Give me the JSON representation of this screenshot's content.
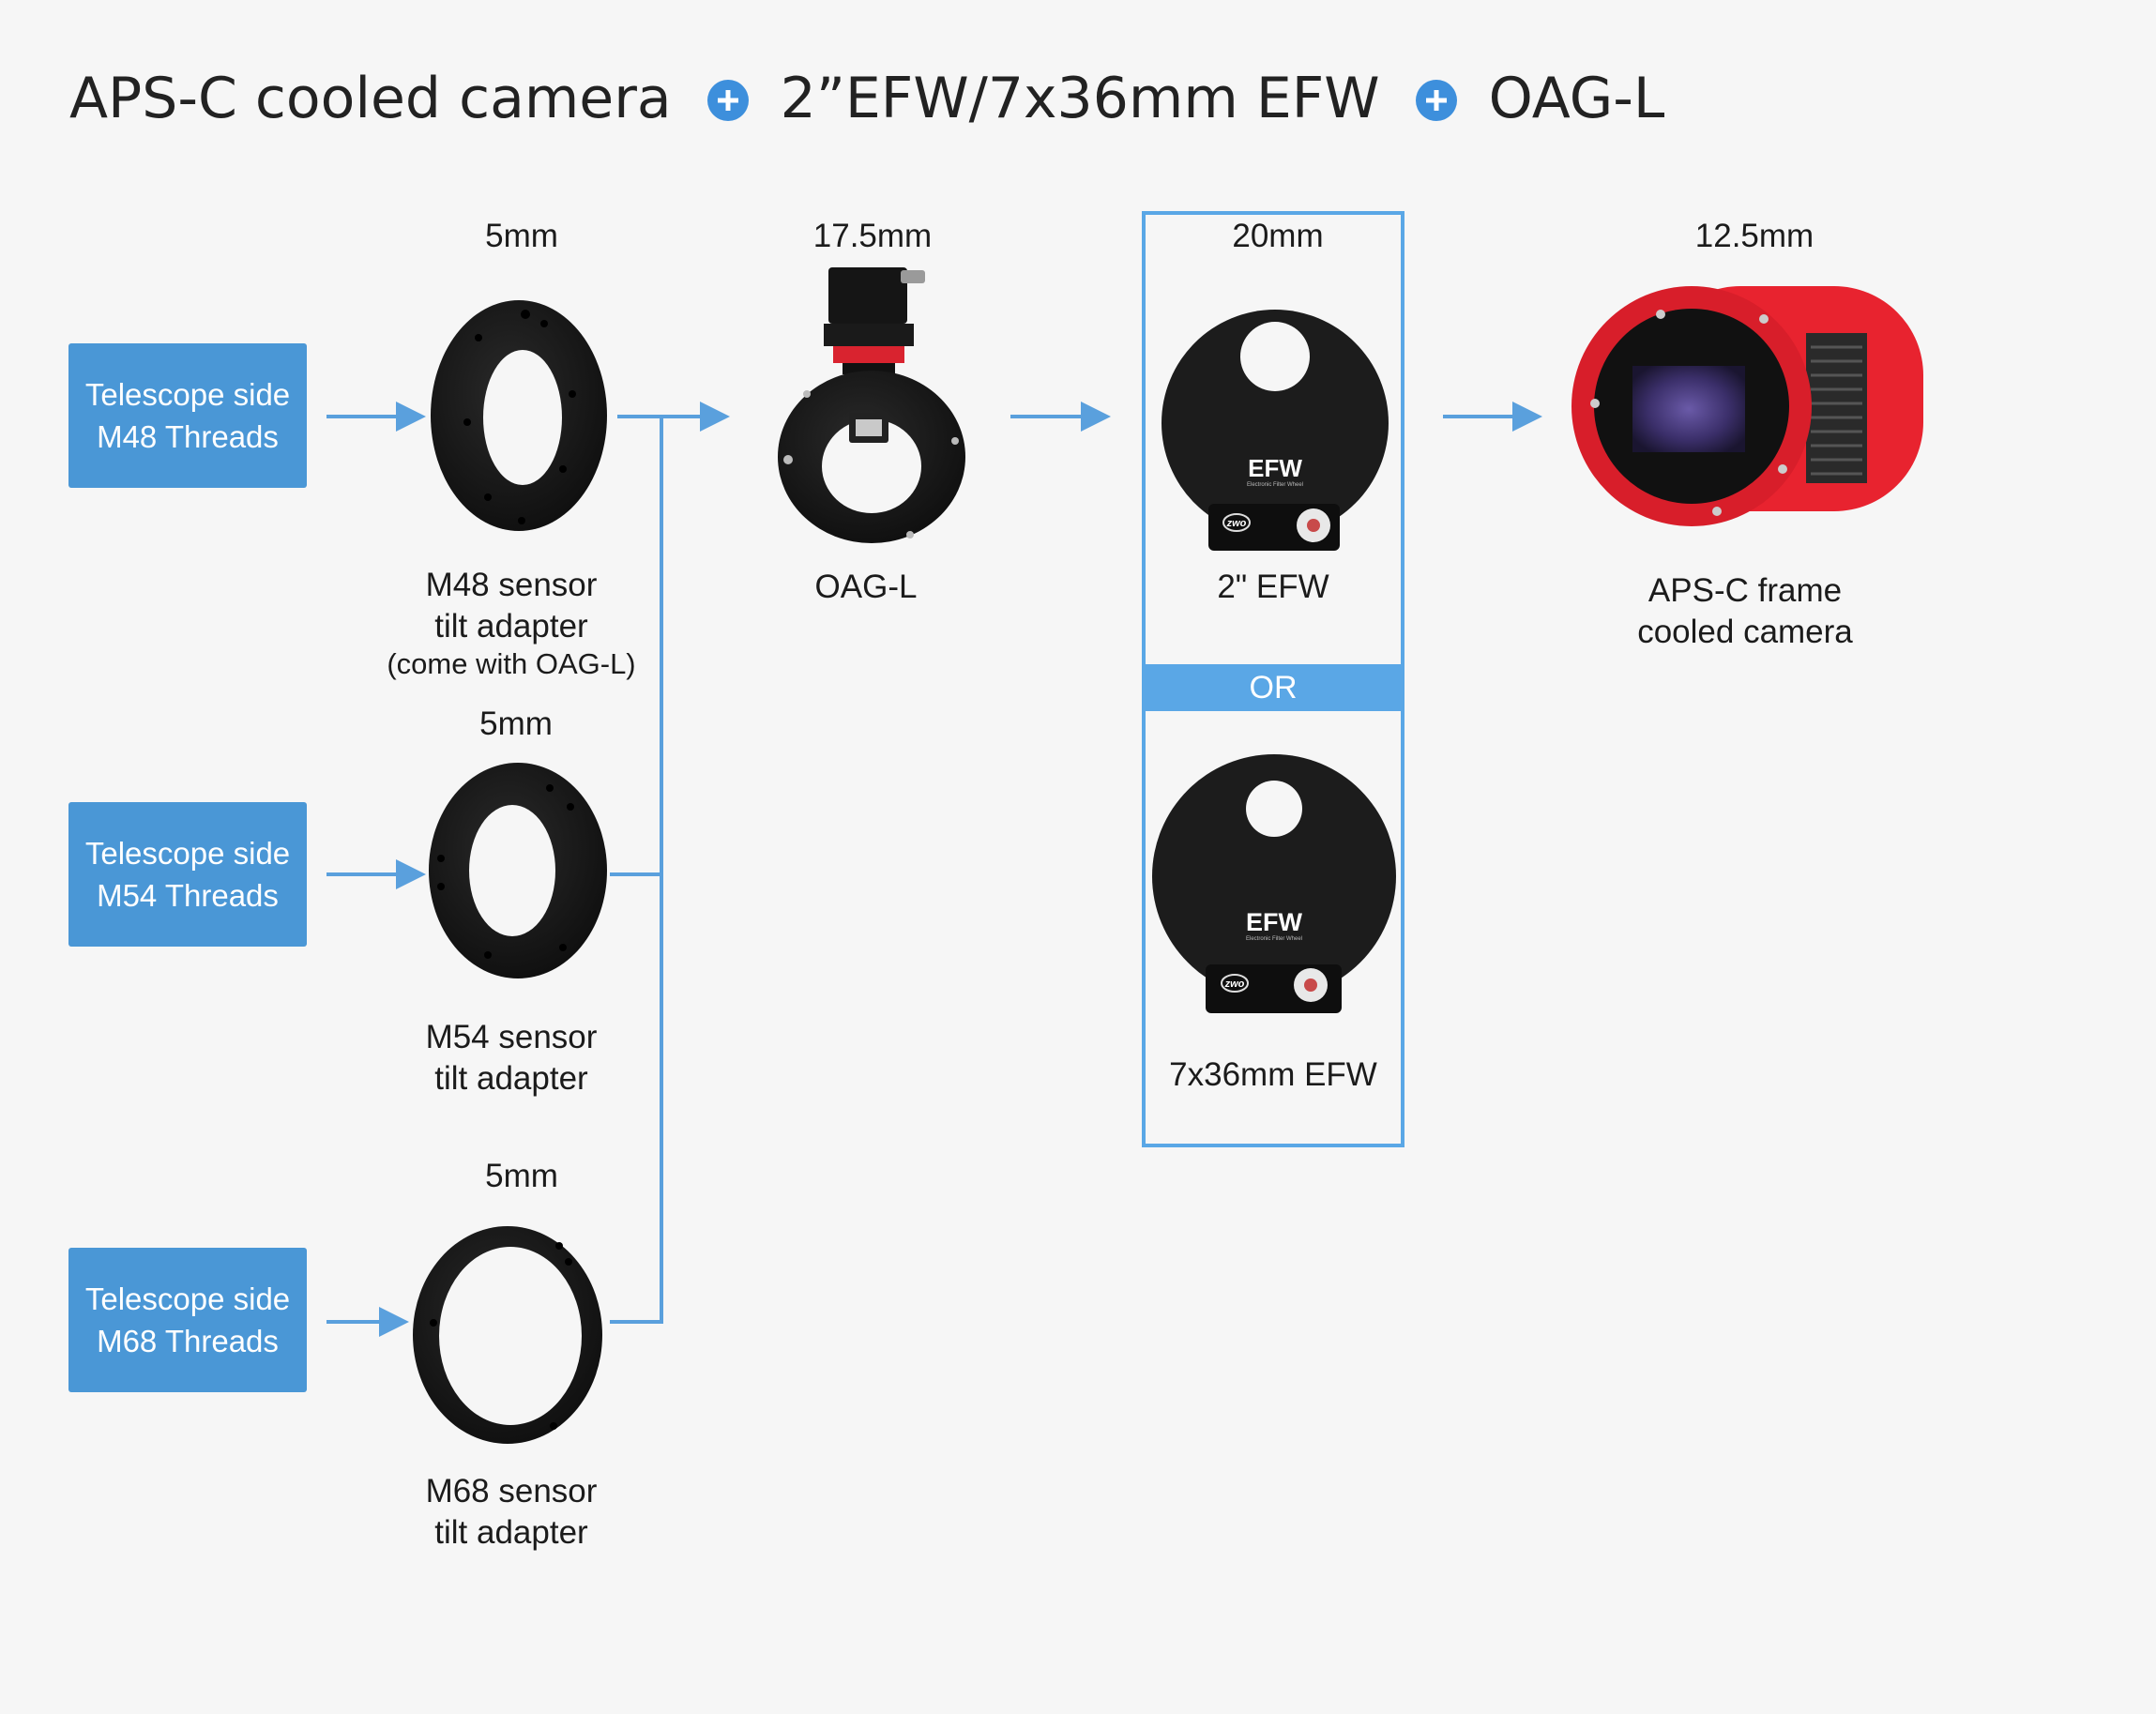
{
  "heading": {
    "part1": "APS-C cooled camera",
    "part2": "2”EFW/7x36mm EFW",
    "part3": "OAG-L",
    "plus_icon": "plus-circle-icon"
  },
  "telescope_boxes": [
    {
      "line1": "Telescope side",
      "line2": "M48 Threads"
    },
    {
      "line1": "Telescope side",
      "line2": "M54 Threads"
    },
    {
      "line1": "Telescope side",
      "line2": "M68 Threads"
    }
  ],
  "adapters": [
    {
      "dim": "5mm",
      "line1": "M48 sensor",
      "line2": "tilt adapter",
      "note": "(come with OAG-L)"
    },
    {
      "dim": "5mm",
      "line1": "M54 sensor",
      "line2": "tilt adapter"
    },
    {
      "dim": "5mm",
      "line1": "M68 sensor",
      "line2": "tilt adapter"
    }
  ],
  "oag": {
    "dim": "17.5mm",
    "label": "OAG-L"
  },
  "efw": {
    "dim": "20mm",
    "option1_label": "2\" EFW",
    "or_label": "OR",
    "option2_label": "7x36mm EFW",
    "wheel_text": "EFW",
    "wheel_subtext": "Electronic Filter Wheel",
    "brand": "zwo"
  },
  "camera": {
    "dim": "12.5mm",
    "line1": "APS-C frame",
    "line2": "cooled camera"
  },
  "colors": {
    "accent": "#4a97d6",
    "arrow": "#5aa0dd",
    "camera_red": "#e8232f",
    "part_black": "#141414"
  }
}
